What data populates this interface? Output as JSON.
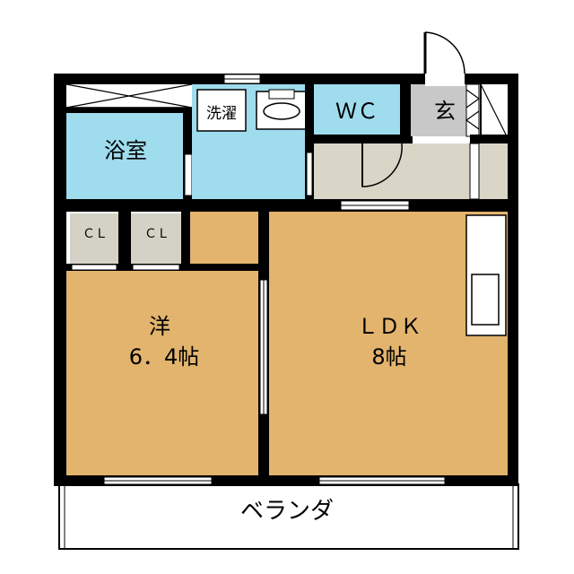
{
  "rooms": {
    "western": {
      "name": "洋",
      "size": "6．4帖"
    },
    "ldk": {
      "name": "ＬＤＫ",
      "size": "8帖"
    },
    "bath": {
      "label": "浴室"
    },
    "laundry": {
      "label": "洗濯"
    },
    "toilet": {
      "label": "ＷＣ"
    },
    "entrance": {
      "label": "玄"
    },
    "closet_1": {
      "label": "ＣＬ"
    },
    "closet_2": {
      "label": "ＣＬ"
    },
    "veranda": {
      "label": "ベランダ"
    }
  },
  "colors": {
    "wall": "#000000",
    "room_floor": "#e2b46e",
    "wet_area": "#9fdcee",
    "hall_floor": "#d9d6c8",
    "entrance_floor": "#c8c8c8",
    "closet_floor": "#d4d2c6",
    "background": "#ffffff"
  }
}
